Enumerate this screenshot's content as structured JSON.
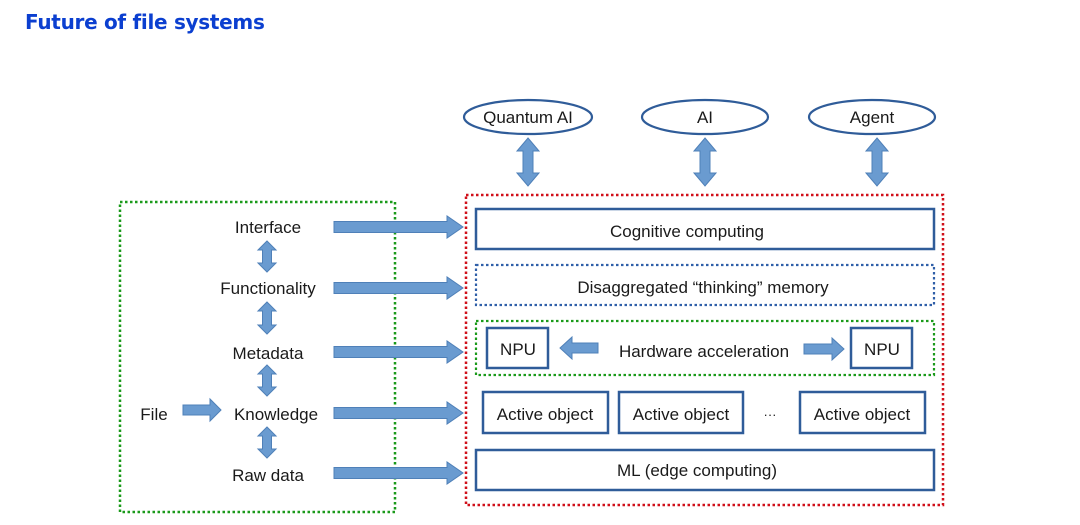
{
  "page": {
    "title": "Future of file systems"
  },
  "top_nodes": [
    "Quantum AI",
    "AI",
    "Agent"
  ],
  "left_stack": {
    "layers": [
      "Interface",
      "Functionality",
      "Metadata",
      "Knowledge",
      "Raw data"
    ],
    "input": "File"
  },
  "right_stack": {
    "cognitive": "Cognitive computing",
    "memory": "Disaggregated “thinking” memory",
    "hardware": {
      "label": "Hardware acceleration",
      "npu_left": "NPU",
      "npu_right": "NPU"
    },
    "active_objects": [
      "Active object",
      "Active object",
      "Active object"
    ],
    "ellipsis": "···",
    "ml": "ML (edge computing)"
  },
  "colors": {
    "title": "#0b3fd0",
    "arrow_fill": "#6a9bd0",
    "arrow_stroke": "#4f80b8",
    "box_stroke": "#2f5c99",
    "green_dotted": "#1a9a1a",
    "red_dotted": "#d0101a",
    "blue_dotted": "#2f5fa8"
  }
}
